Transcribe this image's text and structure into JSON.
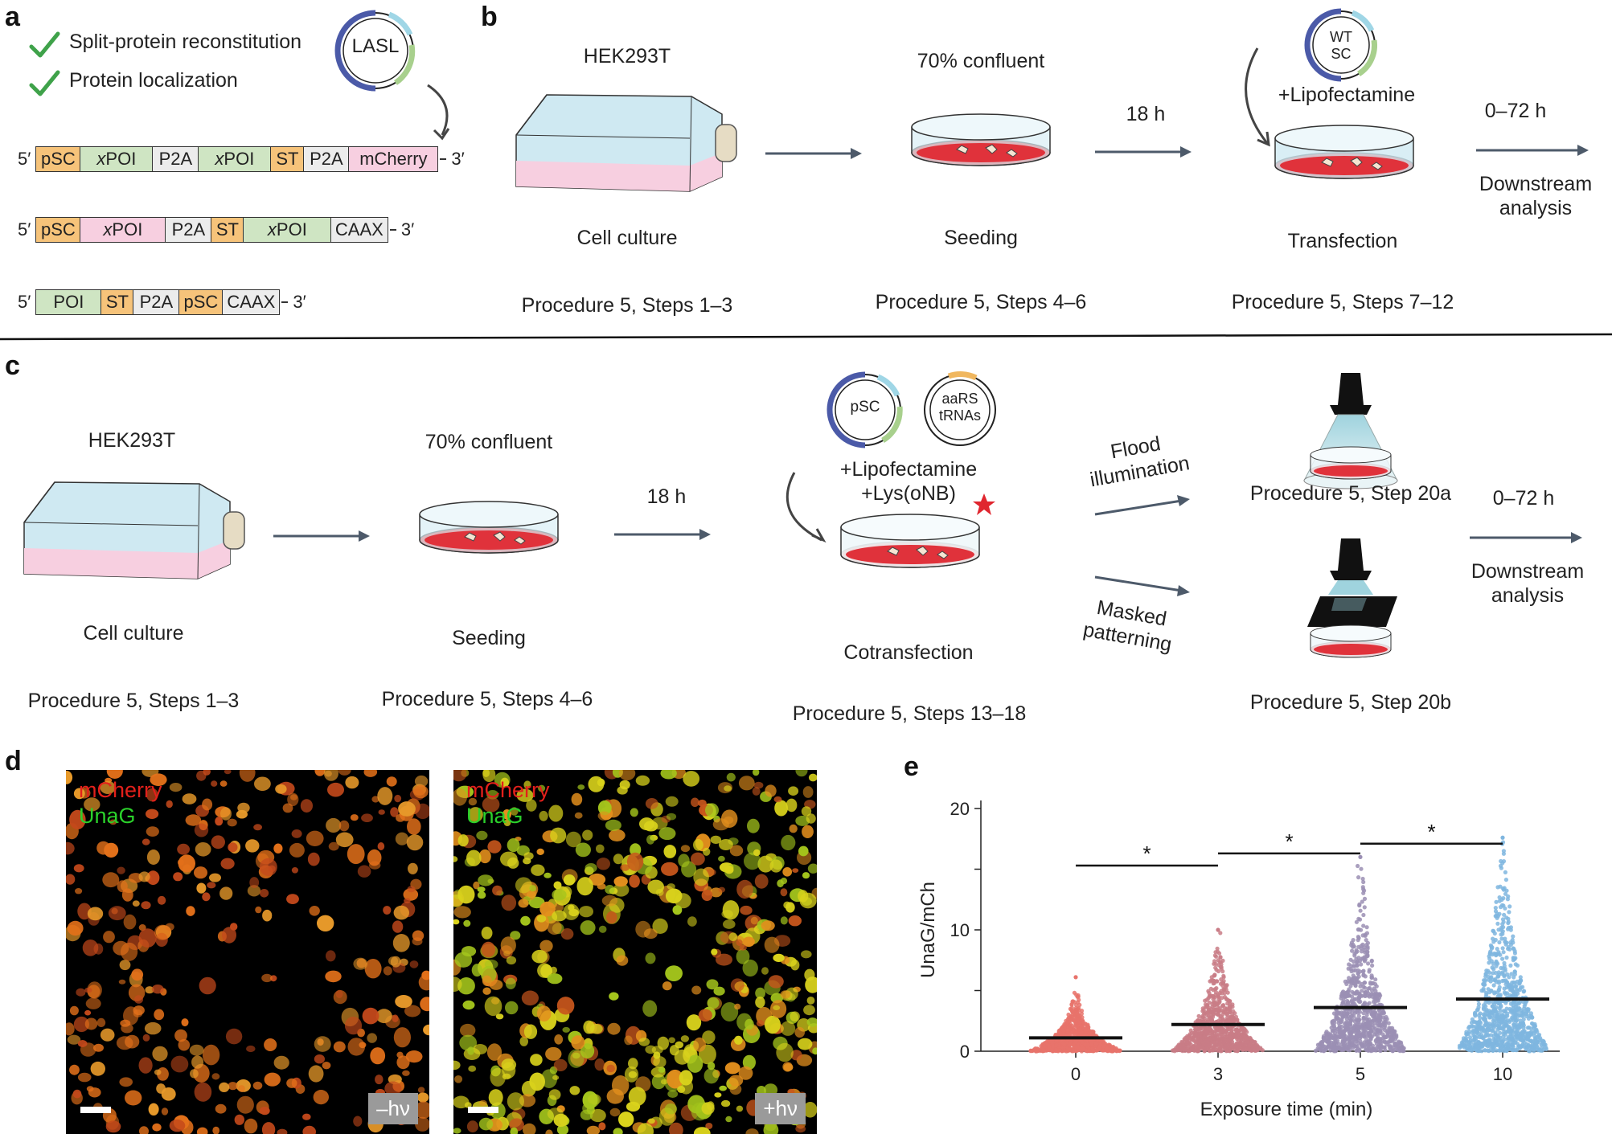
{
  "panels": {
    "a": "a",
    "b": "b",
    "c": "c",
    "d": "d",
    "e": "e"
  },
  "panel_a": {
    "check1": "Split-protein reconstitution",
    "check2": "Protein localization",
    "plasmid": "LASL",
    "constructs": [
      {
        "pre": "5′",
        "post": "3′",
        "segments": [
          {
            "text": "pSC",
            "color": "orange",
            "w": 56
          },
          {
            "text": "xPOI",
            "color": "green",
            "w": 92,
            "ital": "x",
            "rest": "POI"
          },
          {
            "text": "P2A",
            "color": "grey",
            "w": 58
          },
          {
            "text": "xPOI",
            "color": "green",
            "w": 92,
            "ital": "x",
            "rest": "POI"
          },
          {
            "text": "ST",
            "color": "orange",
            "w": 42
          },
          {
            "text": "P2A",
            "color": "grey",
            "w": 58
          },
          {
            "text": "mCherry",
            "color": "pink",
            "w": 112
          }
        ]
      },
      {
        "pre": "5′",
        "post": "3′",
        "segments": [
          {
            "text": "pSC",
            "color": "orange",
            "w": 56
          },
          {
            "text": "xPOI",
            "color": "pink",
            "w": 108,
            "ital": "x",
            "rest": "POI"
          },
          {
            "text": "P2A",
            "color": "grey",
            "w": 58
          },
          {
            "text": "ST",
            "color": "orange",
            "w": 42
          },
          {
            "text": "xPOI",
            "color": "green",
            "w": 110,
            "ital": "x",
            "rest": "POI"
          },
          {
            "text": "CAAX",
            "color": "grey",
            "w": 72
          }
        ]
      },
      {
        "pre": "5′",
        "post": "3′",
        "segments": [
          {
            "text": "POI",
            "color": "green",
            "w": 82
          },
          {
            "text": "ST",
            "color": "orange",
            "w": 42
          },
          {
            "text": "P2A",
            "color": "grey",
            "w": 58
          },
          {
            "text": "pSC",
            "color": "orange",
            "w": 56
          },
          {
            "text": "CAAX",
            "color": "grey",
            "w": 72
          }
        ]
      }
    ]
  },
  "panel_b": {
    "cell_line": "HEK293T",
    "confluent": "70% confluent",
    "time1": "18 h",
    "plasmid_line1": "WT",
    "plasmid_line2": "SC",
    "lipo": "+Lipofectamine",
    "time2": "0–72 h",
    "downstream1": "Downstream",
    "downstream2": "analysis",
    "step1": "Cell culture",
    "step2": "Seeding",
    "step3": "Transfection",
    "proc1": "Procedure 5, Steps 1–3",
    "proc2": "Procedure 5, Steps 4–6",
    "proc3": "Procedure 5, Steps 7–12"
  },
  "panel_c": {
    "cell_line": "HEK293T",
    "confluent": "70% confluent",
    "time1": "18 h",
    "plasmid1": "pSC",
    "plasmid2_line1": "aaRS",
    "plasmid2_line2": "tRNAs",
    "lipo": "+Lipofectamine",
    "lys": "+Lys(oNB)",
    "flood1": "Flood",
    "flood2": "illumination",
    "masked1": "Masked",
    "masked2": "patterning",
    "step20a": "Procedure 5, Step 20a",
    "step20b": "Procedure 5, Step 20b",
    "time2": "0–72 h",
    "downstream1": "Downstream",
    "downstream2": "analysis",
    "step1": "Cell culture",
    "step2": "Seeding",
    "step3": "Cotransfection",
    "proc1": "Procedure 5, Steps 1–3",
    "proc2": "Procedure 5, Steps 4–6",
    "proc3": "Procedure 5, Steps 13–18"
  },
  "panel_d": {
    "ch1": "mCherry",
    "ch2": "UnaG",
    "left_condition": "–hν",
    "right_condition": "+hν"
  },
  "chart_data": {
    "type": "scatter",
    "subtype": "swarm",
    "xlabel": "Exposure time (min)",
    "ylabel": "UnaG/mCh",
    "categories": [
      "0",
      "3",
      "5",
      "10"
    ],
    "ylim": [
      0,
      20
    ],
    "yticks": [
      "0",
      "10",
      "20"
    ],
    "series": [
      {
        "category": "0",
        "color": "#e8736b",
        "median": 1.1,
        "max": 6.1
      },
      {
        "category": "3",
        "color": "#c97c86",
        "median": 2.2,
        "max": 10
      },
      {
        "category": "5",
        "color": "#9b8fb4",
        "median": 3.6,
        "max": 16
      },
      {
        "category": "10",
        "color": "#7fb6df",
        "median": 4.3,
        "max": 17.6
      }
    ],
    "significance": [
      {
        "from": "0",
        "to": "3",
        "y": 15.3,
        "label": "*"
      },
      {
        "from": "3",
        "to": "5",
        "y": 16.3,
        "label": "*"
      },
      {
        "from": "5",
        "to": "10",
        "y": 17.1,
        "label": "*"
      }
    ]
  }
}
